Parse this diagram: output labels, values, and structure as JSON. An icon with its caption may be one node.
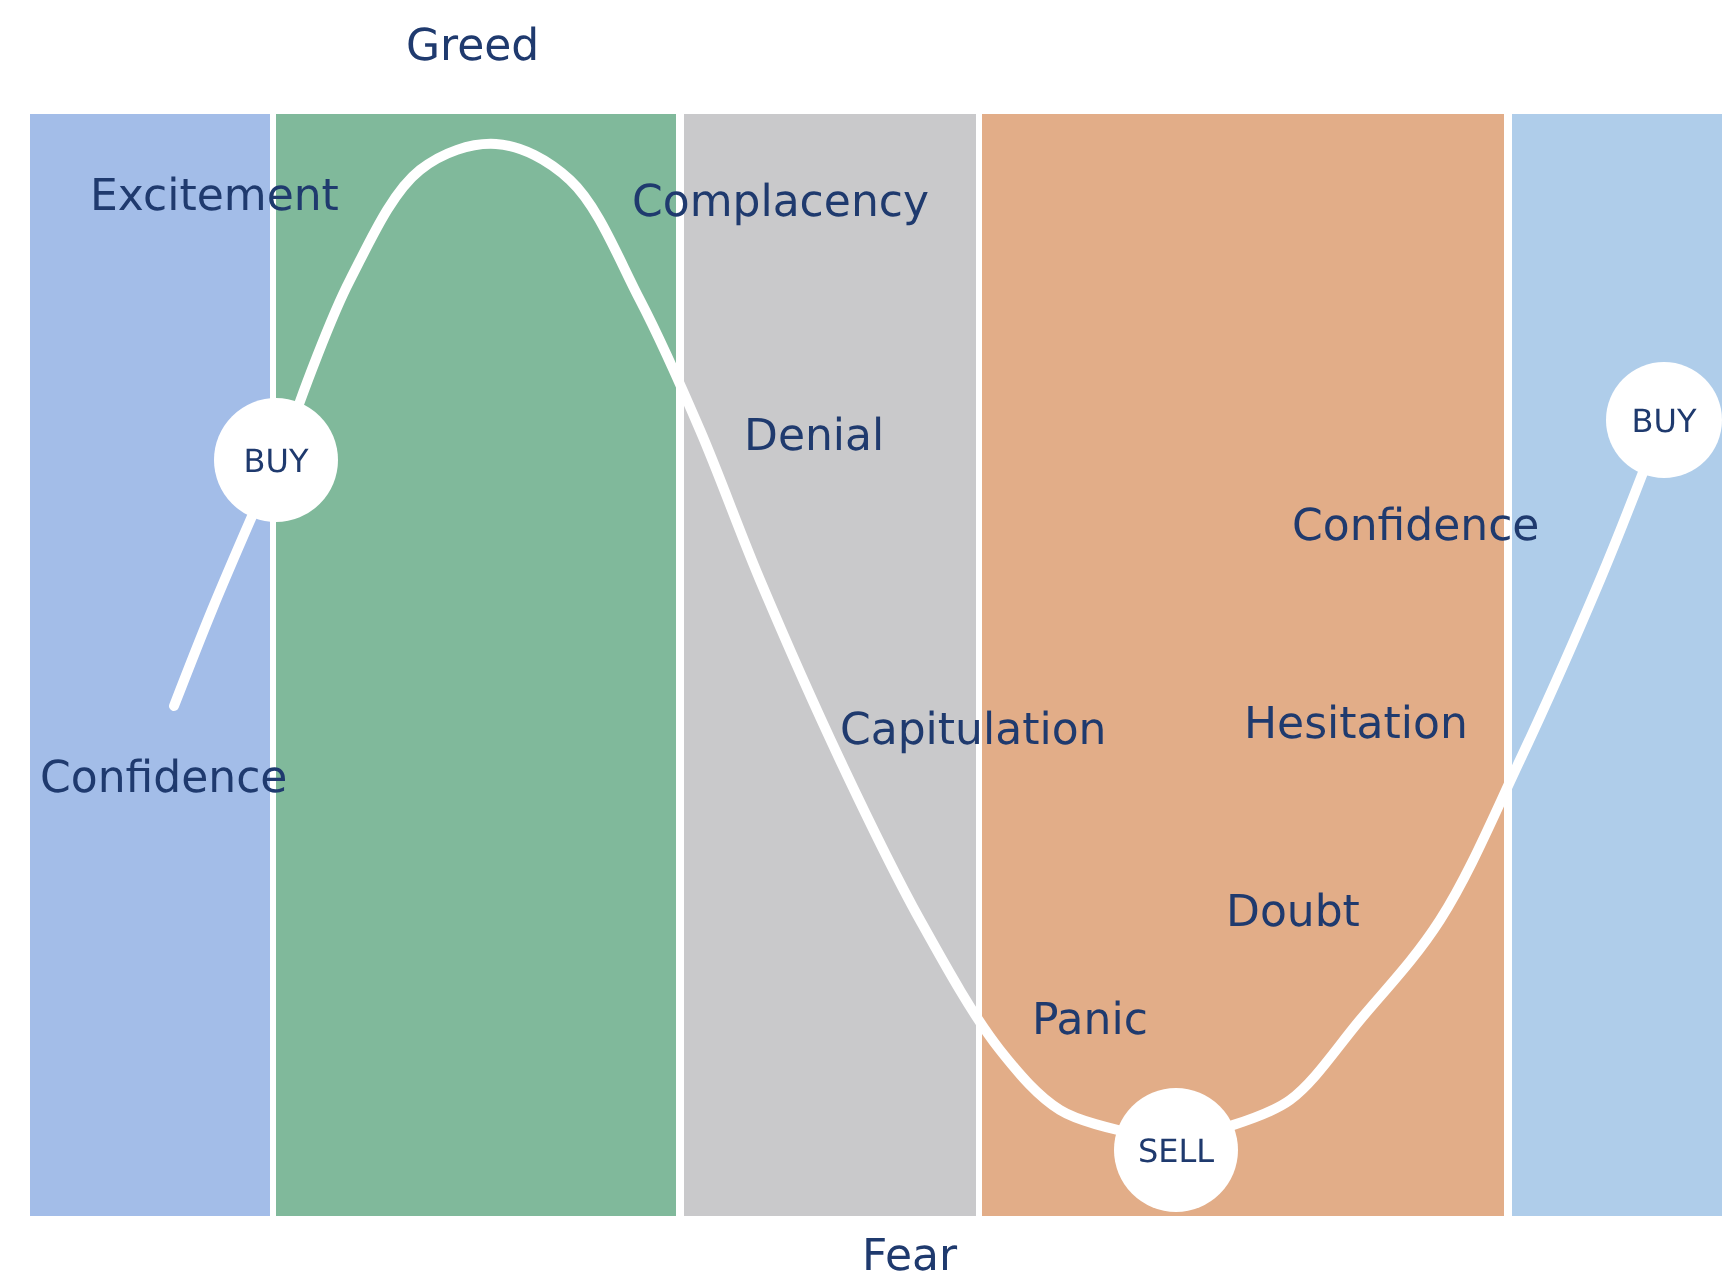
{
  "diagram": {
    "nodes": [
      {
        "text": [
          "BUY"
        ]
      },
      {
        "text": [
          "BUY"
        ]
      },
      {
        "text": [
          "SELL"
        ]
      }
    ],
    "edges": [
      {
        "from": null,
        "to": 0,
        "arrow": "none"
      },
      {
        "from": 0,
        "to": 2,
        "arrow": "none"
      },
      {
        "from": 2,
        "to": 1,
        "arrow": "none"
      }
    ],
    "labels": [
      "Greed",
      "Excitement",
      "Complacency",
      "Denial",
      "Confidence",
      "Hesitation",
      "Capitulation",
      "Confidence",
      "Doubt",
      "Panic",
      "Fear"
    ]
  }
}
